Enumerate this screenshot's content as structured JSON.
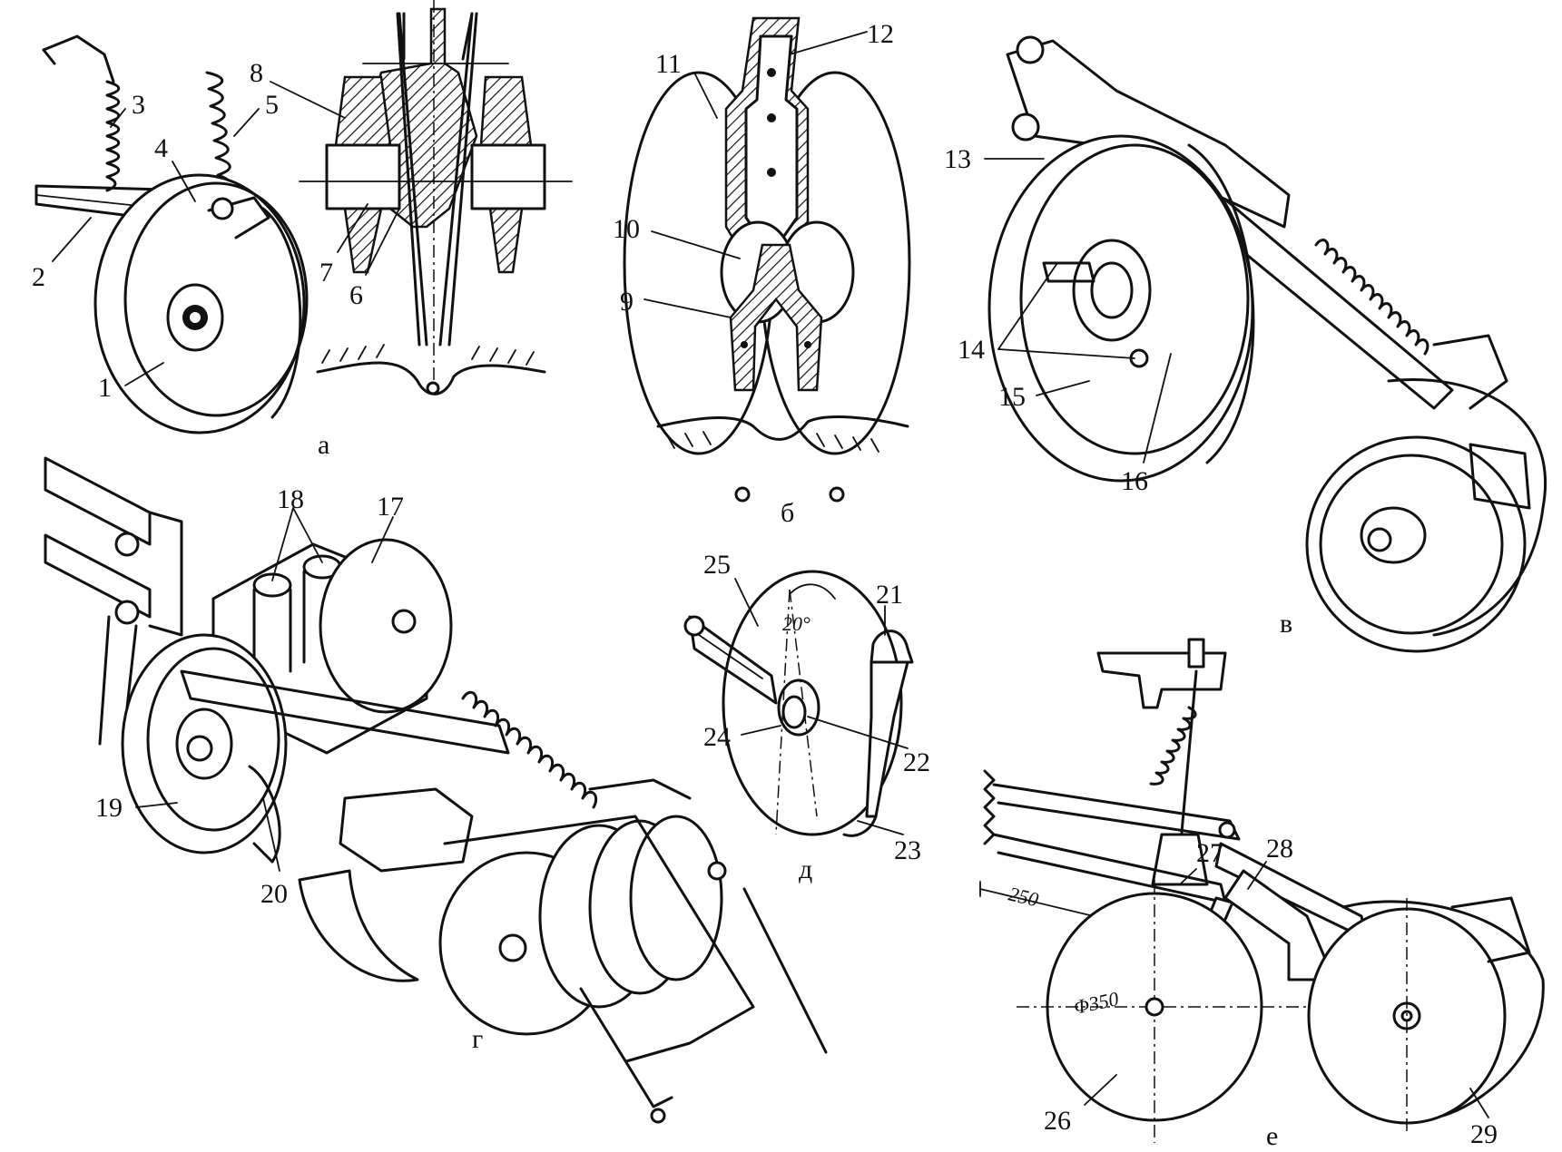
{
  "panels": {
    "a": "а",
    "b": "б",
    "v": "в",
    "g": "г",
    "d": "д",
    "e": "е"
  },
  "callouts": [
    "1",
    "2",
    "3",
    "4",
    "5",
    "6",
    "7",
    "8",
    "9",
    "10",
    "11",
    "12",
    "13",
    "14",
    "15",
    "16",
    "17",
    "18",
    "19",
    "20",
    "21",
    "22",
    "23",
    "24",
    "25",
    "26",
    "27",
    "28",
    "29"
  ],
  "dimensions": {
    "angle": "20°",
    "length": "250",
    "diameter": "Φ350"
  }
}
